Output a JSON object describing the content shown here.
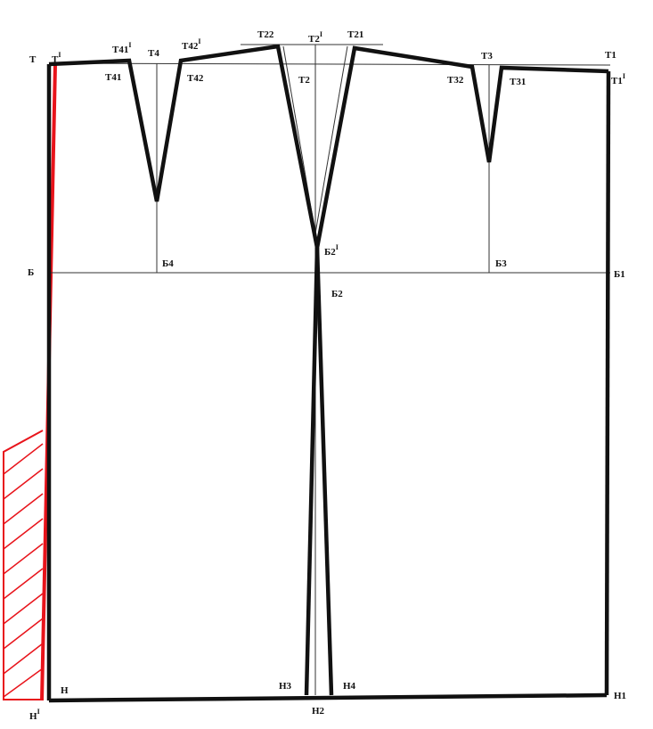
{
  "labels": {
    "T": "Т",
    "T_prime": "Т",
    "T41_prime": "Т41",
    "T4": "Т4",
    "T42_prime": "Т42",
    "T41": "Т41",
    "T42": "Т42",
    "T22": "Т22",
    "T2_prime": "Т2",
    "T21": "Т21",
    "T2": "Т2",
    "T3": "Т3",
    "T32": "Т32",
    "T31": "Т31",
    "T1": "Т1",
    "T1_prime": "Т1",
    "B2_prime": "Б2",
    "B": "Б",
    "B4": "Б4",
    "B2": "Б2",
    "B3": "Б3",
    "B1": "Б1",
    "N": "Н",
    "N_prime": "Н",
    "N3": "Н3",
    "N4": "Н4",
    "N2": "Н2",
    "N1": "Н1",
    "prime_mark": "I"
  },
  "colors": {
    "outline": "#111111",
    "thin_line": "#333333",
    "highlight": "#e8141b"
  }
}
